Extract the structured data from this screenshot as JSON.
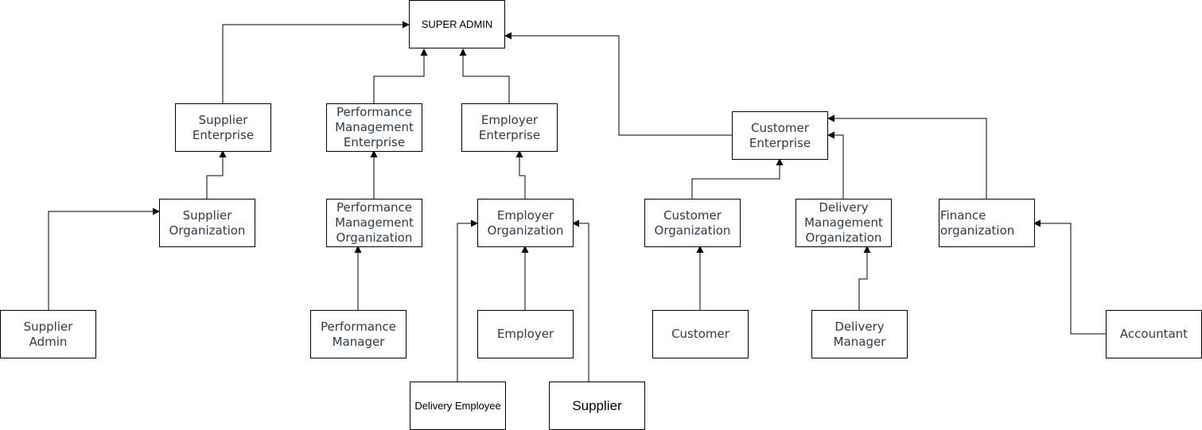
{
  "diagram": {
    "nodes": {
      "super_admin": "SUPER ADMIN",
      "supplier_enterprise": "Supplier\nEnterprise",
      "performance_management_enterprise": "Performance\nManagement\nEnterprise",
      "employer_enterprise": "Employer\nEnterprise",
      "customer_enterprise": "Customer\nEnterprise",
      "supplier_organization": "Supplier\nOrganization",
      "performance_management_organization": "Performance\nManagement\nOrganization",
      "employer_organization": "Employer\nOrganization",
      "customer_organization": "Customer\nOrganization",
      "delivery_management_organization": "Delivery\nManagement\nOrganization",
      "finance_organization": "Finance\norganization",
      "supplier_admin": "Supplier Admin",
      "performance_manager": "Performance\nManager",
      "employer": "Employer",
      "customer": "Customer",
      "delivery_manager": "Delivery\nManager",
      "accountant": "Accountant",
      "delivery_employee": "Delivery Employee",
      "supplier": "Supplier"
    }
  }
}
